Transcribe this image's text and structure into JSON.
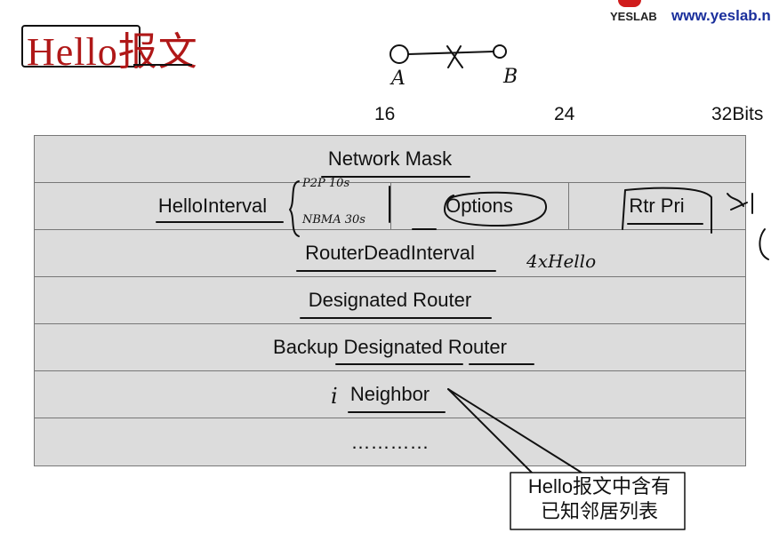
{
  "title": "Hello报文",
  "logo": {
    "text": "YESLAB",
    "url": "www.yeslab.n"
  },
  "bit_markers": [
    "16",
    "24",
    "32Bits"
  ],
  "fields": {
    "network_mask": "Network Mask",
    "hello_interval": "HelloInterval",
    "options": "Options",
    "rtr_pri": "Rtr Pri",
    "router_dead_interval": "RouterDeadInterval",
    "designated_router": "Designated Router",
    "backup_designated_router": "Backup Designated Router",
    "neighbor": "Neighbor",
    "ellipsis": "…………"
  },
  "annotations": {
    "node_a": "A",
    "node_b": "B",
    "p2p_note": "P2P 10s",
    "nbma_note": "NBMA 30s",
    "dead_note": "4xHello",
    "neighbor_mark": "i"
  },
  "callout": {
    "line1": "Hello报文中含有",
    "line2": "已知邻居列表"
  },
  "colors": {
    "title": "#b01818",
    "url": "#1a2f9c",
    "table_bg": "#dcdcdc",
    "logo": "#d01c1c"
  }
}
